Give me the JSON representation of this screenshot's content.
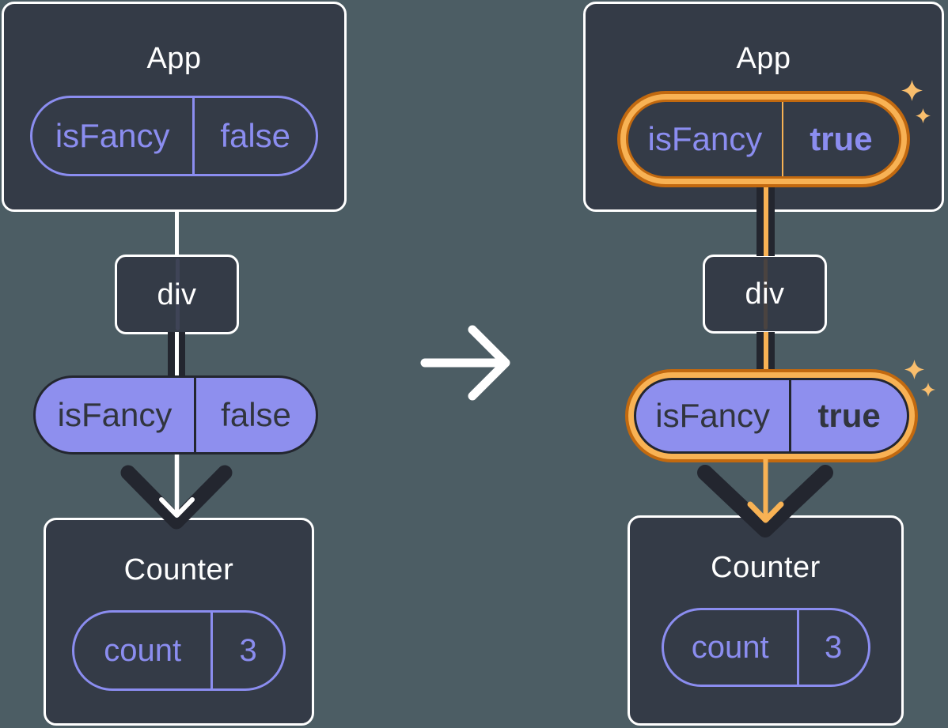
{
  "colors": {
    "background": "#4C5D64",
    "box": "#343B47",
    "box-border": "#FFFFFF",
    "dark": "#23262F",
    "purple": "#8B8DF0",
    "purple-fill": "#8E8FEE",
    "dark-text": "#31353E",
    "orange-dark": "#C2690F",
    "orange-light": "#F8B254",
    "sparkle": "#F9BE6D",
    "ghost-left": "#3F4457",
    "ghost-right": "#4A4340",
    "white": "#FFFFFF"
  },
  "before": {
    "app": {
      "title": "App",
      "prop": {
        "name": "isFancy",
        "value": "false"
      }
    },
    "container": {
      "title": "div"
    },
    "passed_prop": {
      "name": "isFancy",
      "value": "false"
    },
    "counter": {
      "title": "Counter",
      "state": {
        "name": "count",
        "value": "3"
      }
    }
  },
  "after": {
    "app": {
      "title": "App",
      "prop": {
        "name": "isFancy",
        "value": "true"
      }
    },
    "container": {
      "title": "div"
    },
    "passed_prop": {
      "name": "isFancy",
      "value": "true"
    },
    "counter": {
      "title": "Counter",
      "state": {
        "name": "count",
        "value": "3"
      }
    }
  }
}
